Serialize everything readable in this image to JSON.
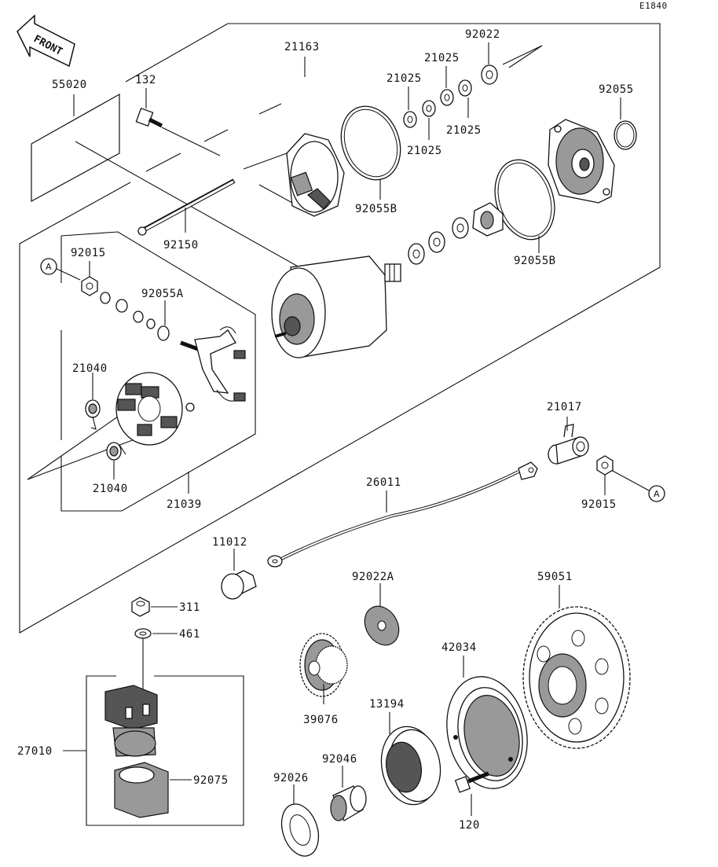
{
  "diagram_code": "E1840",
  "front_label": "FRONT",
  "ref_marker": "A",
  "part_numbers": {
    "p21163": "21163",
    "p55020": "55020",
    "p132": "132",
    "p92022": "92022",
    "p21025_a": "21025",
    "p21025_b": "21025",
    "p21025_c": "21025",
    "p21025_d": "21025",
    "p92055": "92055",
    "p92055B_a": "92055B",
    "p92055B_b": "92055B",
    "p92150": "92150",
    "p92015_a": "92015",
    "p92055A": "92055A",
    "p21040_a": "21040",
    "p21040_b": "21040",
    "p21039": "21039",
    "p21017": "21017",
    "p92015_b": "92015",
    "p26011": "26011",
    "p11012": "11012",
    "p311": "311",
    "p461": "461",
    "p92022A": "92022A",
    "p59051": "59051",
    "p42034": "42034",
    "p39076": "39076",
    "p13194": "13194",
    "p27010": "27010",
    "p92075": "92075",
    "p92046": "92046",
    "p92026": "92026",
    "p120": "120"
  }
}
